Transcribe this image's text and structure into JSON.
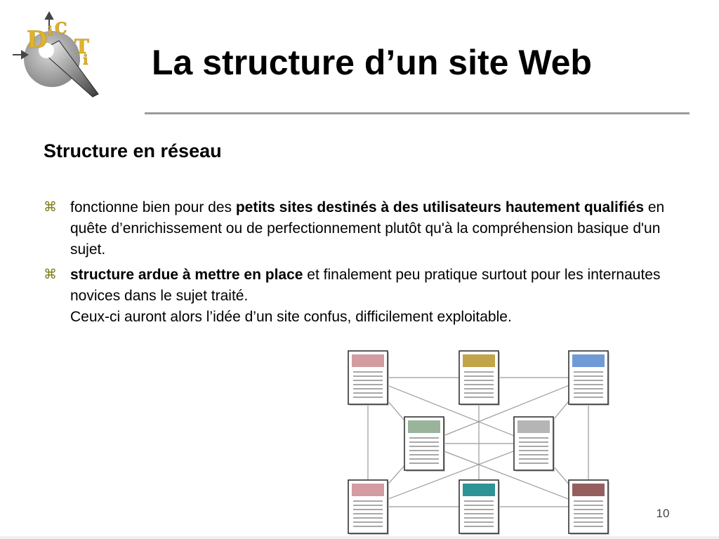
{
  "title": "La structure d’un site Web",
  "subtitle": "Structure en réseau",
  "bullet_symbol": "⌘",
  "bullets": [
    {
      "parts": [
        {
          "text": "fonctionne bien pour des ",
          "bold": false
        },
        {
          "text": "petits sites destinés à des utilisateurs hautement qualifiés",
          "bold": true
        },
        {
          "text": " en quête d’enrichissement ou de perfectionnement plutôt qu'à la compréhension basique d'un sujet.",
          "bold": false
        }
      ]
    },
    {
      "parts": [
        {
          "text": "structure ardue à mettre en place",
          "bold": true
        },
        {
          "text": " et finalement peu pratique surtout pour les internautes novices dans le sujet traité.",
          "bold": false
        }
      ],
      "continuation": "Ceux-ci auront alors l’idée d’un site confus, difficilement exploitable."
    }
  ],
  "page_number": "10",
  "diagram": {
    "pages": [
      {
        "id": "top-left",
        "color": "#d39ca0"
      },
      {
        "id": "top-center",
        "color": "#c2a44a"
      },
      {
        "id": "top-right",
        "color": "#6f9ad6"
      },
      {
        "id": "middle-left",
        "color": "#9ab49c"
      },
      {
        "id": "middle-right",
        "color": "#b5b5b5"
      },
      {
        "id": "bottom-left",
        "color": "#d39ca0"
      },
      {
        "id": "bottom-center",
        "color": "#2e9394"
      },
      {
        "id": "bottom-right",
        "color": "#955f5f"
      }
    ],
    "links": [
      [
        "top-left",
        "top-center"
      ],
      [
        "top-center",
        "top-right"
      ],
      [
        "bottom-left",
        "bottom-center"
      ],
      [
        "bottom-center",
        "bottom-right"
      ],
      [
        "top-left",
        "bottom-left"
      ],
      [
        "top-center",
        "bottom-center"
      ],
      [
        "top-right",
        "bottom-right"
      ],
      [
        "middle-left",
        "middle-right"
      ],
      [
        "top-left",
        "middle-left"
      ],
      [
        "top-left",
        "middle-right"
      ],
      [
        "top-right",
        "middle-left"
      ],
      [
        "top-right",
        "middle-right"
      ],
      [
        "bottom-left",
        "middle-left"
      ],
      [
        "bottom-left",
        "middle-right"
      ],
      [
        "bottom-right",
        "middle-left"
      ],
      [
        "bottom-right",
        "middle-right"
      ]
    ]
  }
}
